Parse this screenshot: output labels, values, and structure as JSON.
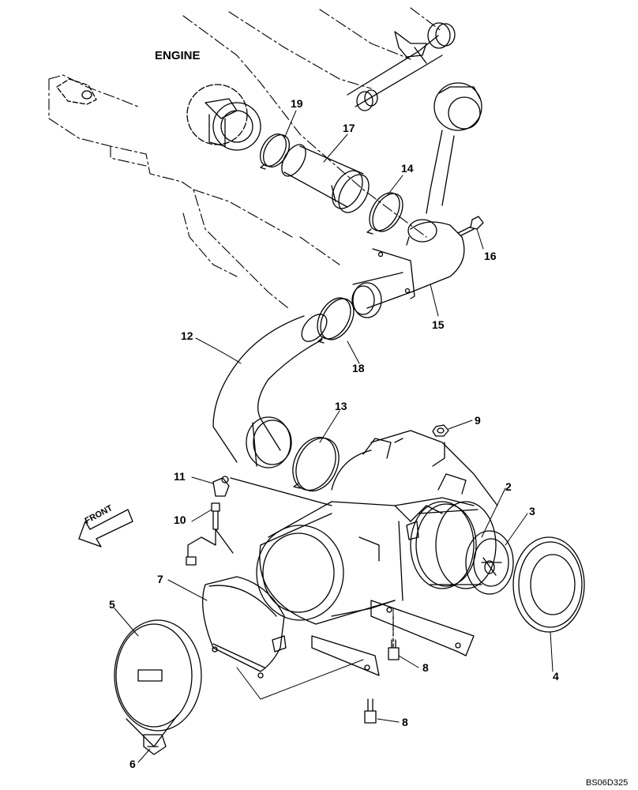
{
  "diagram": {
    "title": "ENGINE",
    "front_label": "FRONT",
    "drawing_code": "BS06D325",
    "callouts": [
      "19",
      "17",
      "14",
      "16",
      "15",
      "12",
      "18",
      "13",
      "9",
      "11",
      "10",
      "2",
      "3",
      "7",
      "5",
      "4",
      "8",
      "8",
      "6"
    ]
  }
}
